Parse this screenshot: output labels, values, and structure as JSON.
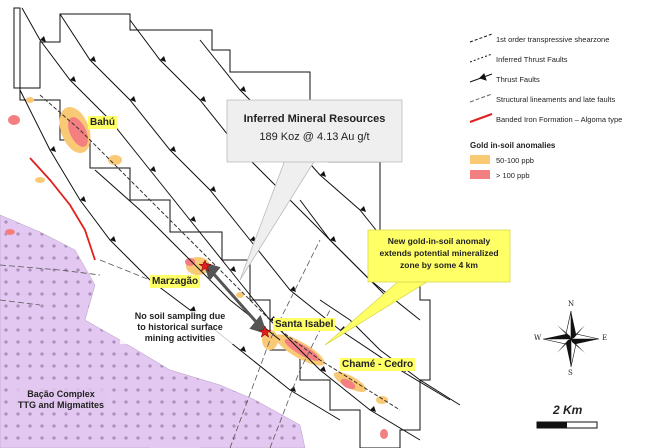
{
  "callout_resources": {
    "title": "Inferred Mineral Resources",
    "value": "189 Koz @ 4.13 Au g/t"
  },
  "callout_anomaly": {
    "line1": "New gold-in-soil anomaly",
    "line2": "extends potential mineralized",
    "line3": "zone by some  4 km"
  },
  "places": {
    "bahu": "Bahú",
    "marzagao": "Marzagão",
    "santa_isabel": "Santa Isabel",
    "chame_cedro": "Chamé - Cedro"
  },
  "soil_note": {
    "line1": "No soil  sampling  due",
    "line2": "to historical surface",
    "line3": "mining activities"
  },
  "bacao": {
    "line1": "Bação Complex",
    "line2": "TTG and Migmatites"
  },
  "legend": {
    "items": [
      {
        "label": "1st order transpressive shearzone",
        "icon": "shearzone-line"
      },
      {
        "label": "Inferred Thrust Faults",
        "icon": "inferred-thrust-line"
      },
      {
        "label": "Thrust Faults",
        "icon": "thrust-fault-line"
      },
      {
        "label": "Structural lineaments and late faults",
        "icon": "lineament-line"
      },
      {
        "label": "Banded Iron Formation – Algoma type",
        "icon": "bif-line"
      }
    ],
    "gold_title": "Gold in-soil anomalies",
    "gold_items": [
      {
        "label": "50-100 ppb",
        "color": "#f9c976"
      },
      {
        "label": "> 100 ppb",
        "color": "#f47f80"
      }
    ]
  },
  "compass": {
    "n": "N",
    "s": "S",
    "e": "E",
    "w": "W"
  },
  "scale": {
    "label": "2 Km"
  },
  "colors": {
    "anomaly_low": "#f9c976",
    "anomaly_high": "#f47f80",
    "bif": "#e0201c",
    "bacao_fill": "#e3c9f1",
    "callout_fill": "#efefef",
    "callout_yellow": "#ffff66",
    "label_highlight": "#ffff66"
  }
}
